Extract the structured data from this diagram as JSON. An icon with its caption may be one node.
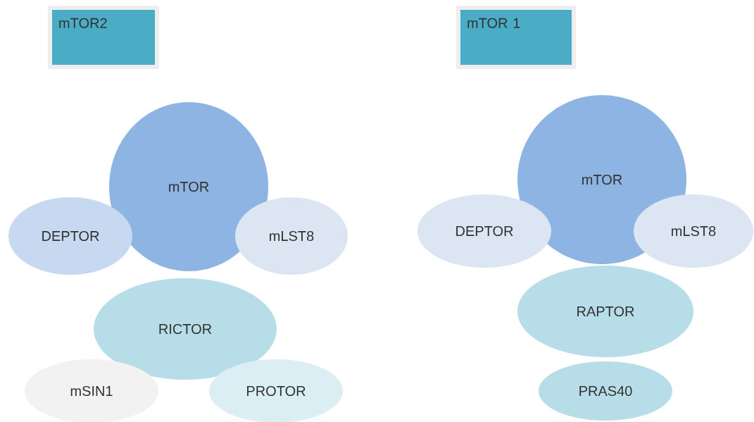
{
  "diagram": {
    "nodes": [
      {
        "text": [
          "mTOR2"
        ]
      },
      {
        "text": [
          "mTOR"
        ]
      },
      {
        "text": [
          "DEPTOR"
        ]
      },
      {
        "text": [
          "mLST8"
        ]
      },
      {
        "text": [
          "RICTOR"
        ]
      },
      {
        "text": [
          "mSIN1"
        ]
      },
      {
        "text": [
          "PROTOR"
        ]
      },
      {
        "text": [
          "mTOR 1"
        ]
      },
      {
        "text": [
          "mTOR"
        ]
      },
      {
        "text": [
          "DEPTOR"
        ]
      },
      {
        "text": [
          "mLST8"
        ]
      },
      {
        "text": [
          "RAPTOR"
        ]
      },
      {
        "text": [
          "PRAS40"
        ]
      }
    ]
  }
}
